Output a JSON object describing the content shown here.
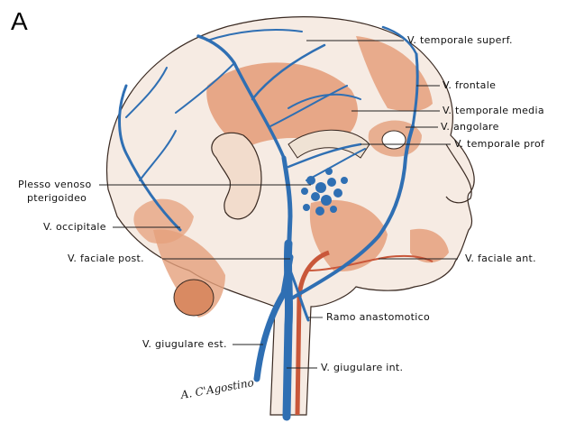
{
  "panel_letter": "A",
  "signature": "A. C'Agostino",
  "colors": {
    "vein": "#2f6fb3",
    "artery": "#c9573a",
    "muscle": "#e5a07c",
    "skin": "#f6ebe3",
    "outline": "#3a2a22",
    "leader": "#222222"
  },
  "labels": {
    "temporale_superf": "V. temporale superf.",
    "frontale": "V. frontale",
    "temporale_media": "V. temporale media",
    "angolare": "V. angolare",
    "temporale_prof": "V. temporale prof",
    "plesso_line1": "Plesso venoso",
    "plesso_line2": "pterigoideo",
    "occipitale": "V. occipitale",
    "faciale_post": "V. faciale post.",
    "faciale_ant": "V. faciale ant.",
    "ramo_anastomotico": "Ramo anastomotico",
    "giugulare_est": "V. giugulare est.",
    "giugulare_int": "V. giugulare int."
  }
}
